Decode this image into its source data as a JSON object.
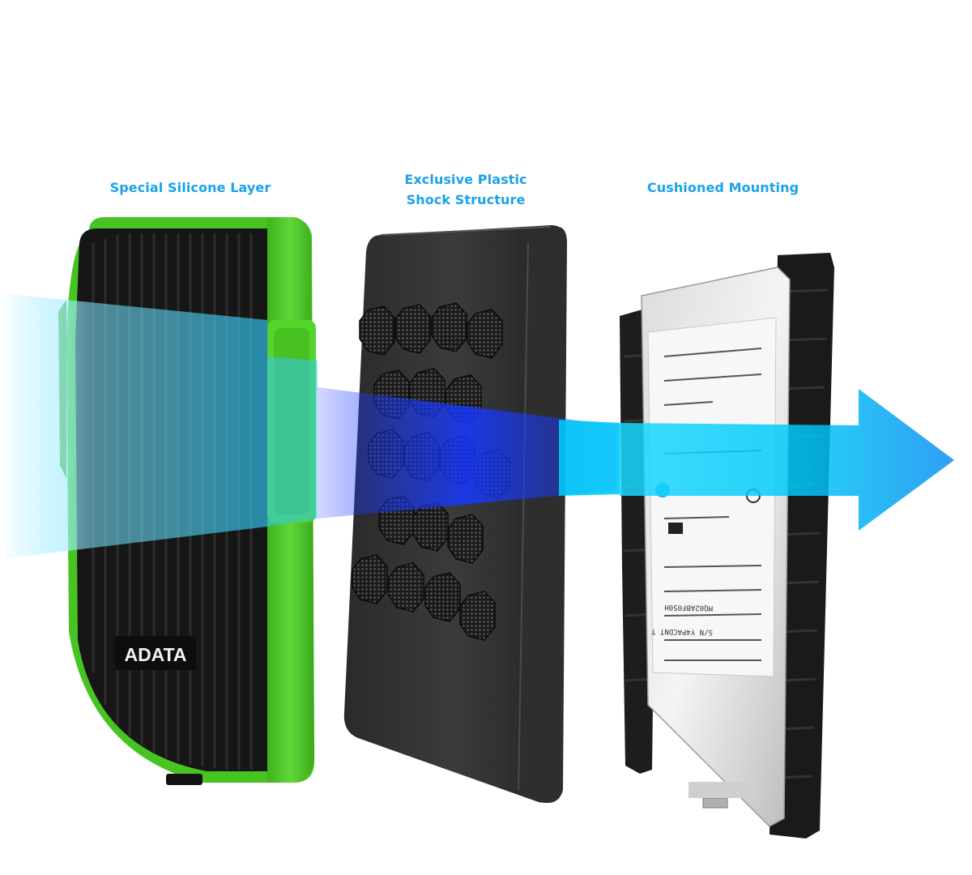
{
  "captions": {
    "silicone_layer": "Special Silicone Layer",
    "plastic_structure_line1": "Exclusive Plastic",
    "plastic_structure_line2": "Shock Structure",
    "cushioned_mounting": "Cushioned Mounting"
  },
  "brand": {
    "logo_text": "ADATA"
  },
  "drive_label": {
    "model": "MQ02ABF050H",
    "serial": "S/N Y4PACDNT T"
  },
  "colors": {
    "accent_blue": "#1aa3e8",
    "silicone_green": "#4fc728",
    "casing_black": "#1b1b1b",
    "arrow_cyan": "#00c8f8"
  }
}
